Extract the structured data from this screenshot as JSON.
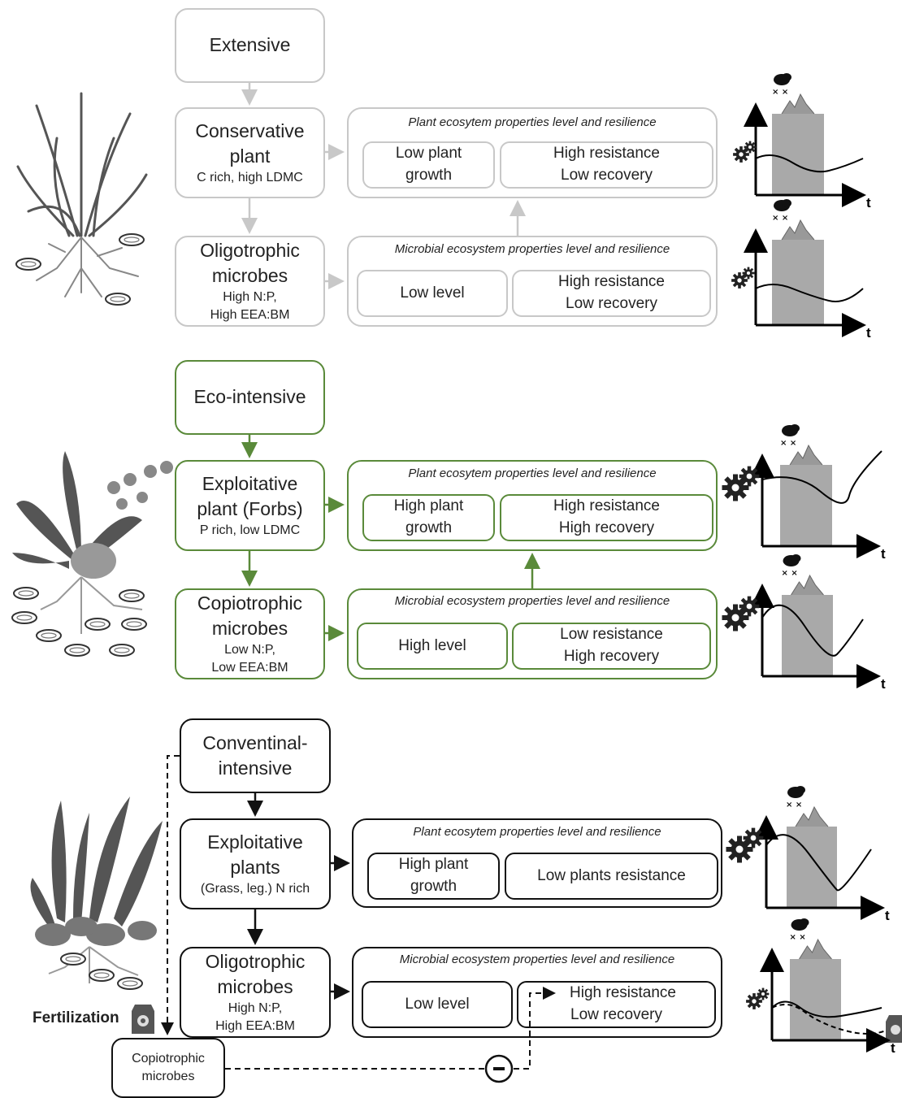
{
  "colors": {
    "grey": "#c8c8c8",
    "green": "#5a8a3a",
    "black": "#111111",
    "bar": "#a9a9a9"
  },
  "icons": [
    "grass-illustration",
    "forbs-illustration",
    "mixed-sward-illustration",
    "gear-icon",
    "storm-cloud-icon",
    "mountain-icon",
    "fertilizer-bag-icon",
    "minus-icon"
  ],
  "extensive": {
    "system": "Extensive",
    "plant": {
      "line1": "Conservative",
      "line2": "plant",
      "sub": "C rich, high LDMC"
    },
    "microbes": {
      "line1": "Oligotrophic",
      "line2": "microbes",
      "sub1": "High N:P,",
      "sub2": "High EEA:BM"
    },
    "plant_panel": {
      "title": "Plant ecosytem properties level and resilience",
      "left1": "Low plant",
      "left2": "growth",
      "right1": "High resistance",
      "right2": "Low recovery"
    },
    "microbe_panel": {
      "title": "Microbial ecosystem properties level and resilience",
      "left": "Low level",
      "right1": "High resistance",
      "right2": "Low recovery"
    }
  },
  "eco": {
    "system": "Eco-intensive",
    "plant": {
      "line1": "Exploitative",
      "line2": "plant (Forbs)",
      "sub": "P rich, low LDMC"
    },
    "microbes": {
      "line1": "Copiotrophic",
      "line2": "microbes",
      "sub1": "Low N:P,",
      "sub2": "Low EEA:BM"
    },
    "plant_panel": {
      "title": "Plant ecosytem properties level and resilience",
      "left1": "High plant",
      "left2": "growth",
      "right1": "High resistance",
      "right2": "High recovery"
    },
    "microbe_panel": {
      "title": "Microbial ecosystem properties level and resilience",
      "left": "High level",
      "right1": "Low resistance",
      "right2": "High recovery"
    }
  },
  "conv": {
    "system1": "Conventinal-",
    "system2": "intensive",
    "plant": {
      "line1": "Exploitative",
      "line2": "plants",
      "sub": "(Grass, leg.) N rich"
    },
    "microbes": {
      "line1": "Oligotrophic",
      "line2": "microbes",
      "sub1": "High N:P,",
      "sub2": "High EEA:BM"
    },
    "plant_panel": {
      "title": "Plant ecosytem properties level and resilience",
      "left1": "High plant",
      "left2": "growth",
      "right": "Low plants resistance"
    },
    "microbe_panel": {
      "title": "Microbial ecosystem properties level and resilience",
      "left": "Low level",
      "right1": "High resistance",
      "right2": "Low recovery"
    },
    "fertilization": "Fertilization",
    "copio1": "Copiotrophic",
    "copio2": "microbes"
  },
  "axis_label": "t"
}
